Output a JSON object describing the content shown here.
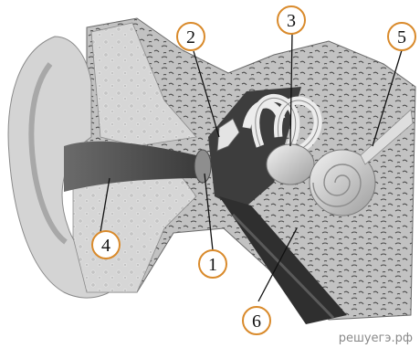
{
  "labels": {
    "l1": "1",
    "l2": "2",
    "l3": "3",
    "l4": "4",
    "l5": "5",
    "l6": "6"
  },
  "watermark": "решуегэ.рф",
  "colors": {
    "background": "#ffffff",
    "callout_ring": "#d98a2b",
    "bone": "#bdbdbd",
    "dark_canal": "#3c3c3c",
    "skin": "#d9d9d9"
  }
}
